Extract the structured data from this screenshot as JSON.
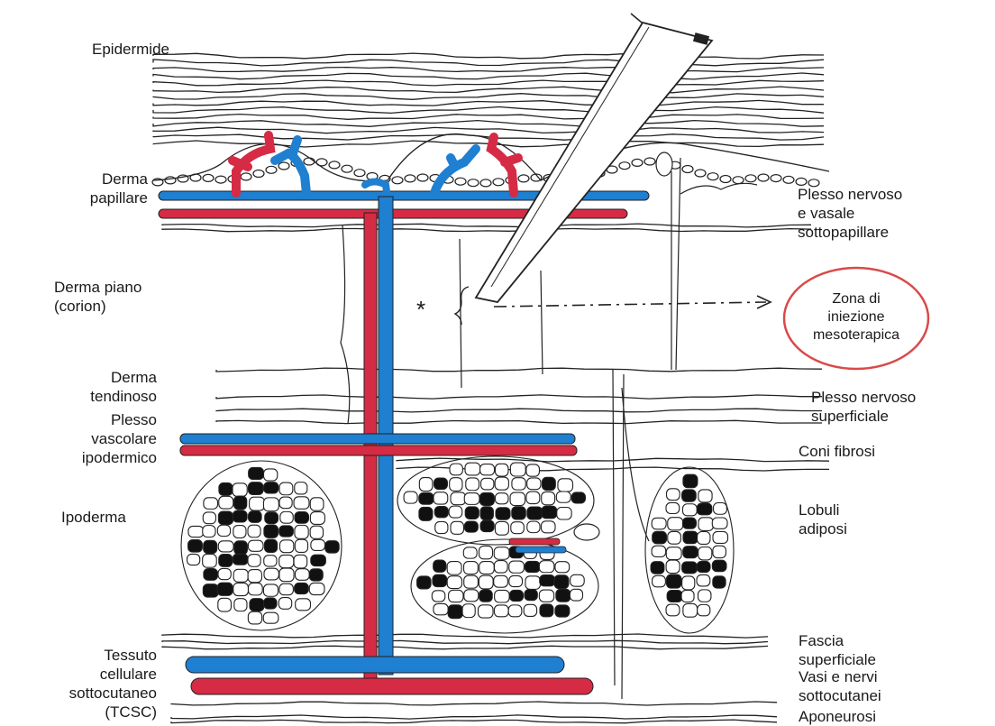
{
  "title": "",
  "colors": {
    "artery": "#d62b44",
    "vein": "#1f7fd0",
    "ink": "#1a1a1a",
    "highlight": "#d94a4a"
  },
  "labels_left": {
    "epidermide": "Epidermide",
    "derma_papillare": "Derma\npapillare",
    "derma_piano": "Derma piano\n(corion)",
    "derma_tendinoso": "Derma\ntendinoso",
    "plesso_vascolare": "Plesso\nvascolare\nipodermico",
    "ipoderma": "Ipoderma",
    "tcsc": "Tessuto\ncellulare\nsottocutaneo\n(TCSC)"
  },
  "labels_right": {
    "plesso_sottopapillare": "Plesso nervoso\ne vasale\nsottopapillare",
    "plesso_superficiale": "Plesso nervoso\nsuperficiale",
    "coni_fibrosi": "Coni fibrosi",
    "lobuli_adiposi": "Lobuli\nadiposi",
    "fascia_superficiale": "Fascia\nsuperficiale",
    "vasi_nervi": "Vasi e nervi\nsottocutanei",
    "aponeurosi": "Aponeurosi"
  },
  "highlight": {
    "zona": "Zona di\niniezione\nmesoterapica",
    "asterisk": "*"
  }
}
